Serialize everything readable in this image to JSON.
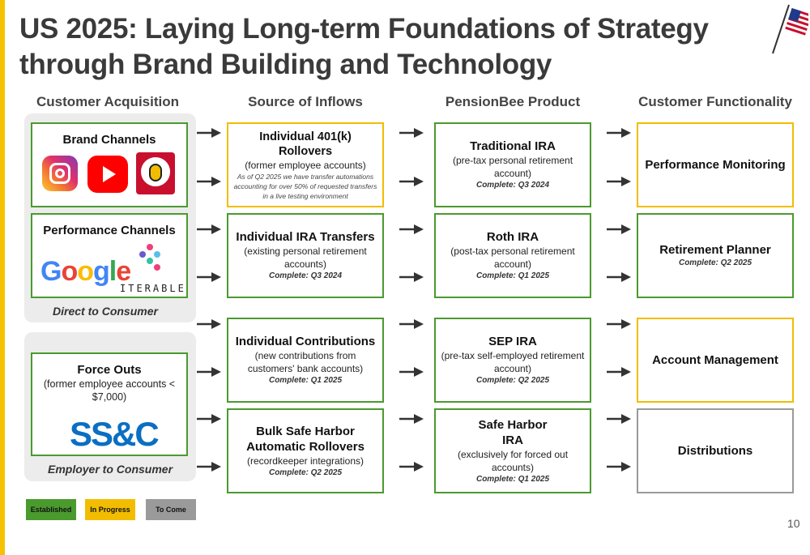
{
  "title": "US 2025: Laying Long-term Foundations of Strategy through Brand Building and Technology",
  "columns": [
    "Customer Acquisition",
    "Source of Inflows",
    "PensionBee Product",
    "Customer Functionality"
  ],
  "acquisition": {
    "brand_channels": "Brand Channels",
    "performance_channels": "Performance Channels",
    "direct_label": "Direct to Consumer",
    "force_outs_title": "Force Outs",
    "force_outs_sub": "(former employee accounts < $7,000)",
    "employer_label": "Employer to Consumer",
    "google_text": "Google",
    "iterable_text": "ITERABLE",
    "ssc_text": "SS&C"
  },
  "inflows": [
    {
      "title": "Individual 401(k) Rollovers",
      "sub": "(former employee accounts)",
      "note": "As of Q2 2025 we have transfer automations accounting for over 50% of requested transfers in a live testing environment",
      "status": "",
      "color": "#f2bd00"
    },
    {
      "title": "Individual IRA Transfers",
      "sub": "(existing personal retirement accounts)",
      "note": "",
      "status": "Complete: Q3 2024",
      "color": "#4a9a2e"
    },
    {
      "title": "Individual Contributions",
      "sub": "(new contributions from customers' bank accounts)",
      "note": "",
      "status": "Complete: Q1 2025",
      "color": "#4a9a2e"
    },
    {
      "title": "Bulk Safe Harbor Automatic Rollovers",
      "sub": "(recordkeeper integrations)",
      "note": "",
      "status": "Complete: Q2 2025",
      "color": "#4a9a2e"
    }
  ],
  "products": [
    {
      "title": "Traditional IRA",
      "sub": "(pre-tax personal retirement account)",
      "status": "Complete: Q3 2024"
    },
    {
      "title": "Roth IRA",
      "sub": "(post-tax personal retirement account)",
      "status": "Complete: Q1 2025"
    },
    {
      "title": "SEP IRA",
      "sub": "(pre-tax self-employed retirement account)",
      "status": "Complete: Q2 2025"
    },
    {
      "title": "Safe Harbor IRA",
      "sub": "(exclusively for forced out accounts)",
      "status": "Complete: Q1 2025"
    }
  ],
  "functionality": [
    {
      "title": "Performance Monitoring",
      "status": "",
      "color": "#f2bd00"
    },
    {
      "title": "Retirement Planner",
      "status": "Complete: Q2 2025",
      "color": "#4a9a2e"
    },
    {
      "title": "Account Management",
      "status": "",
      "color": "#f2bd00"
    },
    {
      "title": "Distributions",
      "status": "",
      "color": "#9a9a9a"
    }
  ],
  "legend": [
    {
      "label": "Established",
      "color": "#4a9a2e"
    },
    {
      "label": "In Progress",
      "color": "#f2bd00"
    },
    {
      "label": "To Come",
      "color": "#9a9a9a"
    }
  ],
  "page_number": "10"
}
